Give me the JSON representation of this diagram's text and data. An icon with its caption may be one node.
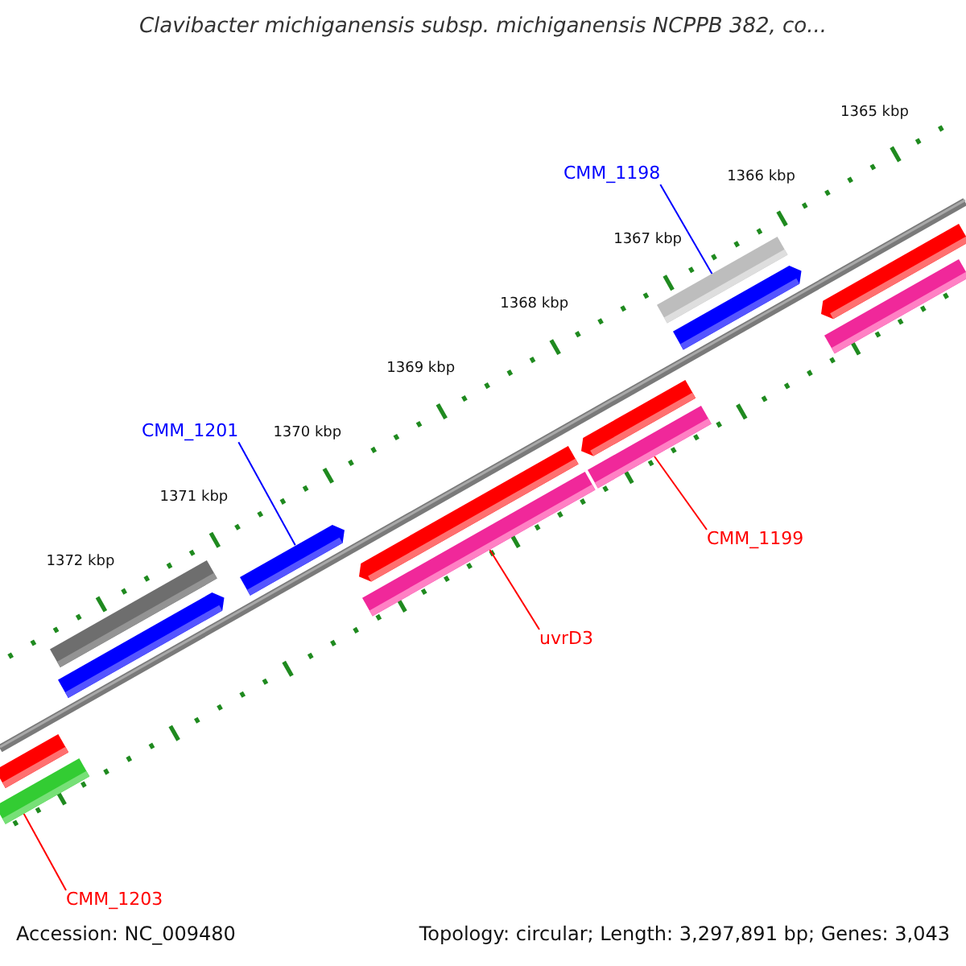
{
  "diagram": {
    "title": "Clavibacter michiganensis subsp. michiganensis NCPPB 382, co...",
    "nodes": [
      {
        "text": [
          "CMM_1198"
        ]
      },
      {
        "text": [],
        "shape": "bar"
      },
      {
        "text": [],
        "shape": "bar"
      },
      {
        "text": [],
        "shape": "bar"
      },
      {
        "text": [],
        "shape": "bar"
      },
      {
        "text": [],
        "shape": "bar"
      },
      {
        "text": [],
        "shape": "bar"
      },
      {
        "text": [
          "CMM_1201"
        ]
      },
      {
        "text": [],
        "shape": "bar"
      },
      {
        "text": [],
        "shape": "bar"
      },
      {
        "text": [
          "CMM_1199"
        ]
      },
      {
        "text": [],
        "shape": "bar"
      },
      {
        "text": [],
        "shape": "bar"
      },
      {
        "text": [
          "uvrD3"
        ]
      },
      {
        "text": [],
        "shape": "bar"
      },
      {
        "text": [],
        "shape": "bar"
      },
      {
        "text": [],
        "shape": "bar"
      },
      {
        "text": [
          "CMM_1203"
        ]
      }
    ],
    "edges": [
      {
        "from": 0,
        "to": 1,
        "arrow": "none",
        "color": "#0000ff"
      },
      {
        "from": 7,
        "to": 11,
        "arrow": "none",
        "color": "#0000ff"
      },
      {
        "from": 10,
        "to": 6,
        "arrow": "none"
      },
      {
        "from": 13,
        "to": 9,
        "arrow": "none"
      },
      {
        "from": 17,
        "to": 16,
        "arrow": "none"
      }
    ],
    "labels": [
      "1365 kbp",
      "1366 kbp",
      "1367 kbp",
      "1368 kbp",
      "1369 kbp",
      "1370 kbp",
      "1371 kbp",
      "1372 kbp",
      "Accession: NC_009480",
      "Topology: circular; Length: 3,297,891 bp; Genes: 3,043"
    ]
  }
}
